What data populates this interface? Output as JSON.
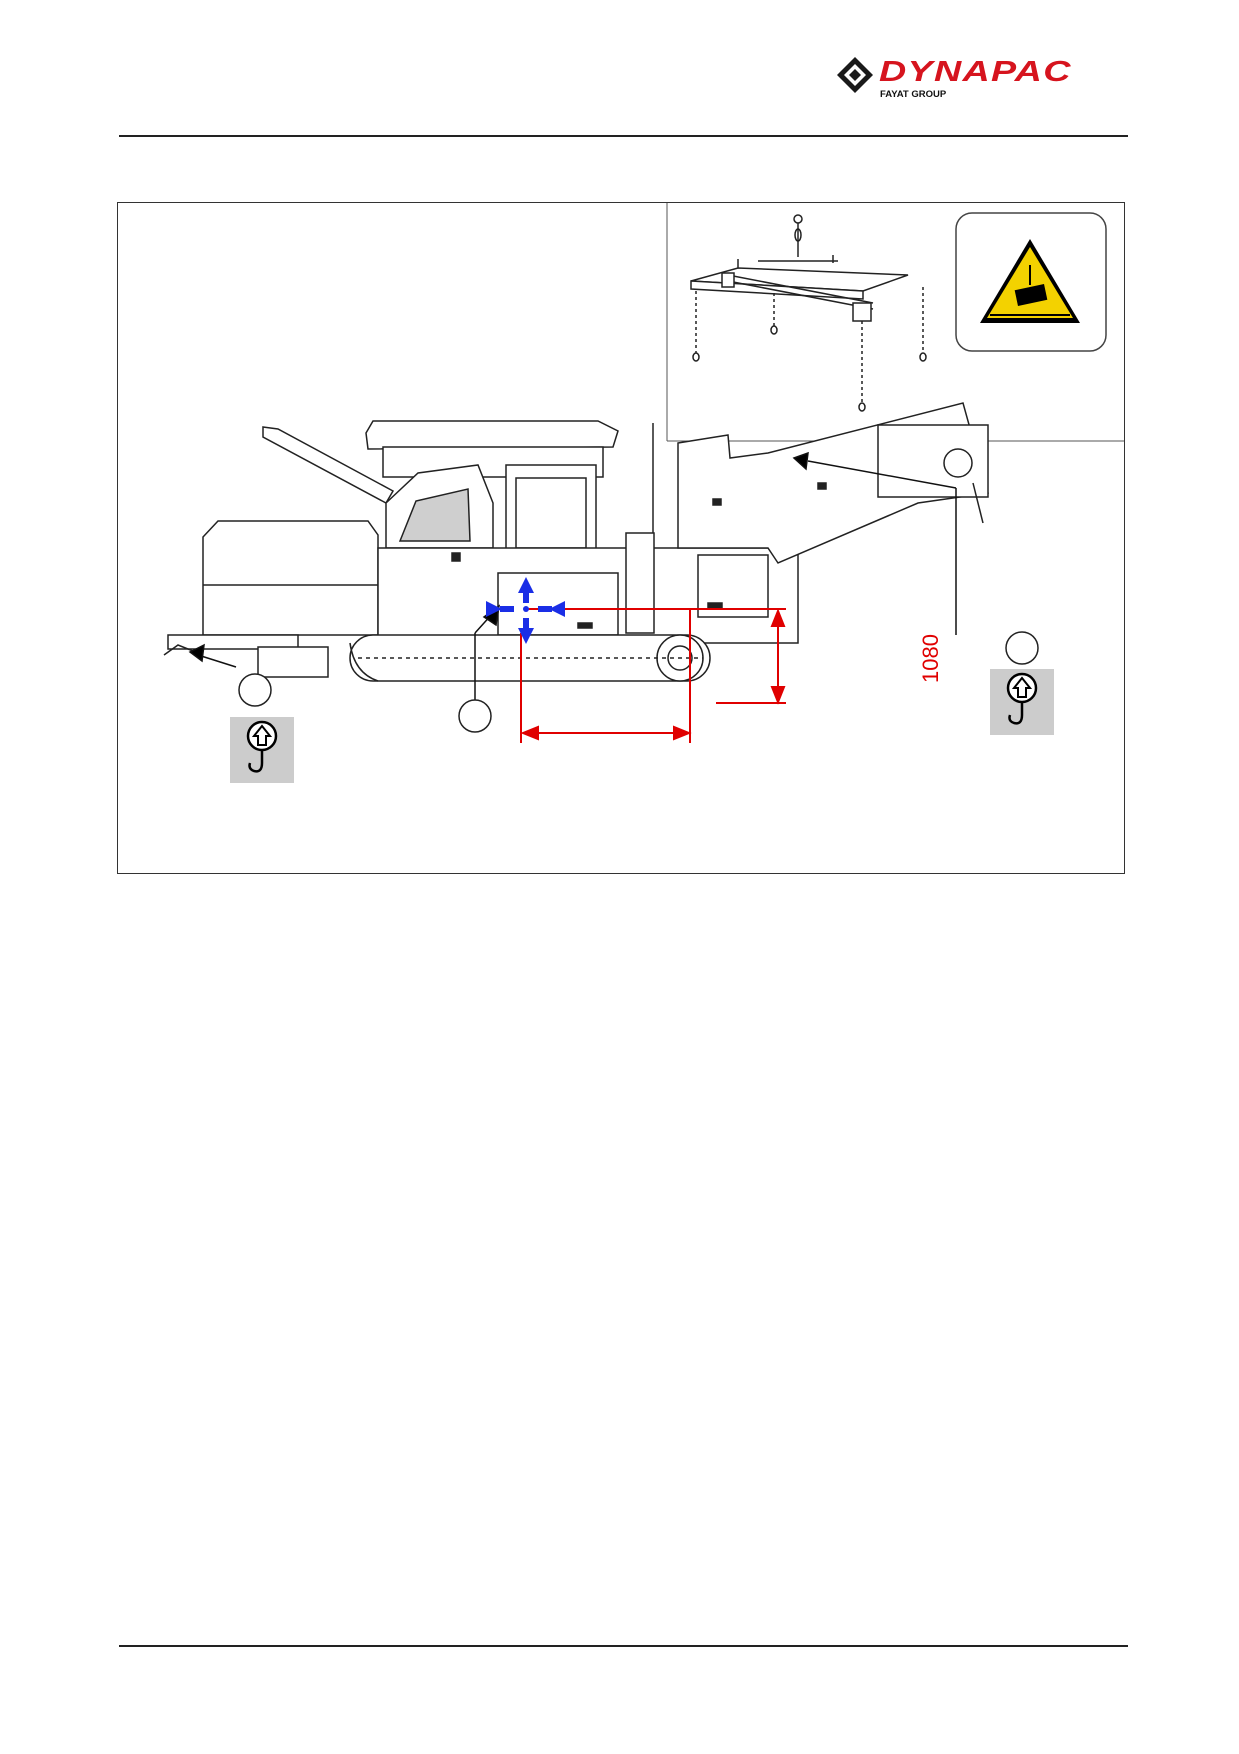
{
  "header": {
    "brand": "DYNAPAC",
    "group": "FAYAT GROUP",
    "brand_color": "#d6141e"
  },
  "figure": {
    "dimension_label": "1080",
    "dimension_color": "#e00000",
    "center_of_gravity_color": "#1a2ee6",
    "warning_sign": "suspended-load-warning-icon",
    "lifting_symbol": "lifting-hook-icon",
    "lifting_points": [
      {
        "name": "rear-lifting-point"
      },
      {
        "name": "middle-lifting-point"
      },
      {
        "name": "front-lifting-point"
      }
    ]
  }
}
